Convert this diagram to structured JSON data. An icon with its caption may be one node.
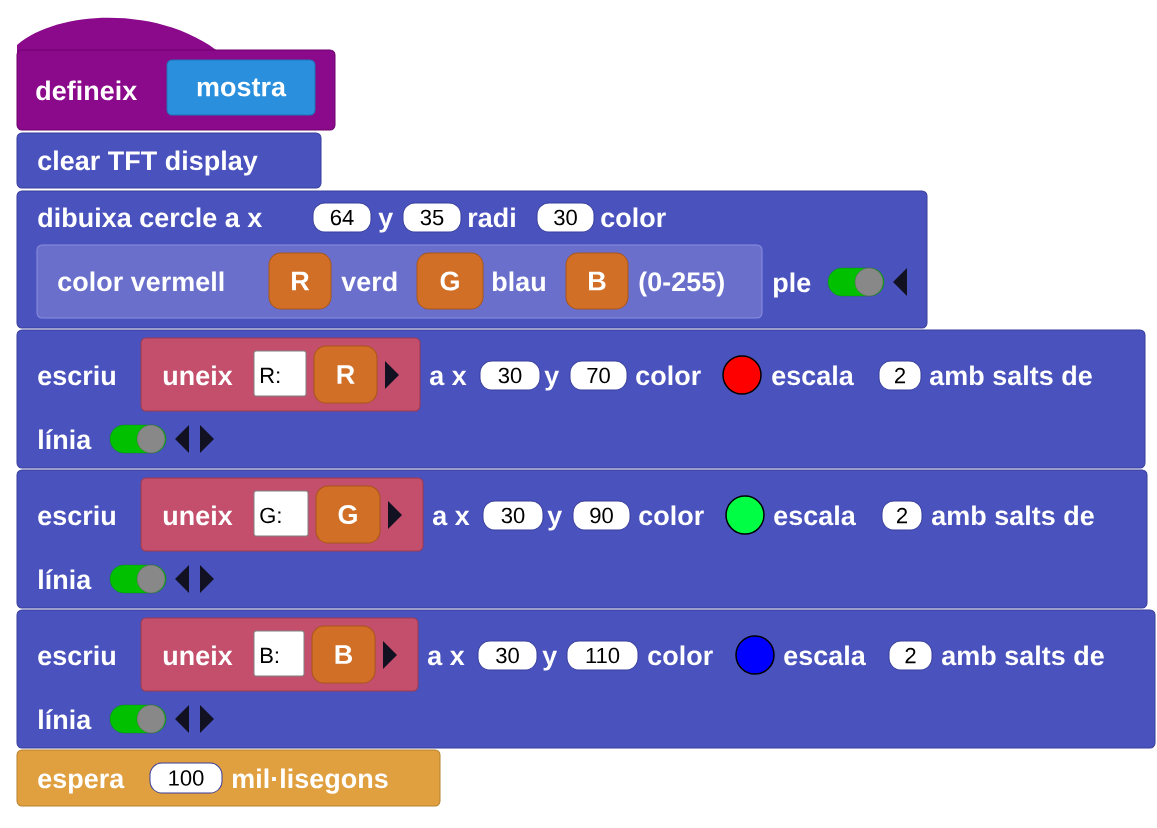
{
  "diagram": {
    "nodes": [
      {
        "text": [
          "defineix"
        ]
      },
      {
        "text": [
          "mostra"
        ],
        "in": 0
      },
      {
        "text": [
          "clear TFT display"
        ]
      },
      {
        "text": [
          "dibuixa cercle a x",
          "y",
          "radi",
          "color",
          "ple"
        ]
      },
      {
        "text": [
          "64"
        ],
        "in": 3
      },
      {
        "text": [
          "35"
        ],
        "in": 3
      },
      {
        "text": [
          "30"
        ],
        "in": 3
      },
      {
        "text": [
          "color vermell",
          "verd",
          "blau",
          "(0-255)"
        ],
        "in": 3
      },
      {
        "text": [
          "R"
        ],
        "in": 7
      },
      {
        "text": [
          "G"
        ],
        "in": 7
      },
      {
        "text": [
          "B"
        ],
        "in": 7
      },
      {
        "text": [
          "escriu",
          "a x",
          "y",
          "color",
          "escala",
          "amb salts de",
          "línia"
        ]
      },
      {
        "text": [
          "uneix"
        ],
        "in": 11
      },
      {
        "text": [
          "R:"
        ],
        "in": 12
      },
      {
        "text": [
          "R"
        ],
        "in": 12
      },
      {
        "text": [
          "30"
        ],
        "in": 11
      },
      {
        "text": [
          "70"
        ],
        "in": 11
      },
      {
        "text": [
          "2"
        ],
        "in": 11
      },
      {
        "text": [
          "escriu",
          "a x",
          "y",
          "color",
          "escala",
          "amb salts de",
          "línia"
        ]
      },
      {
        "text": [
          "uneix"
        ],
        "in": 18
      },
      {
        "text": [
          "G:"
        ],
        "in": 19
      },
      {
        "text": [
          "G"
        ],
        "in": 19
      },
      {
        "text": [
          "30"
        ],
        "in": 18
      },
      {
        "text": [
          "90"
        ],
        "in": 18
      },
      {
        "text": [
          "2"
        ],
        "in": 18
      },
      {
        "text": [
          "escriu",
          "a x",
          "y",
          "color",
          "escala",
          "amb salts de",
          "línia"
        ]
      },
      {
        "text": [
          "uneix"
        ],
        "in": 25
      },
      {
        "text": [
          "B:"
        ],
        "in": 26
      },
      {
        "text": [
          "B"
        ],
        "in": 26
      },
      {
        "text": [
          "30"
        ],
        "in": 25
      },
      {
        "text": [
          "110"
        ],
        "in": 25
      },
      {
        "text": [
          "2"
        ],
        "in": 25
      },
      {
        "text": [
          "espera",
          "mil·lisegons"
        ]
      },
      {
        "text": [
          "100"
        ],
        "in": 32
      }
    ]
  }
}
